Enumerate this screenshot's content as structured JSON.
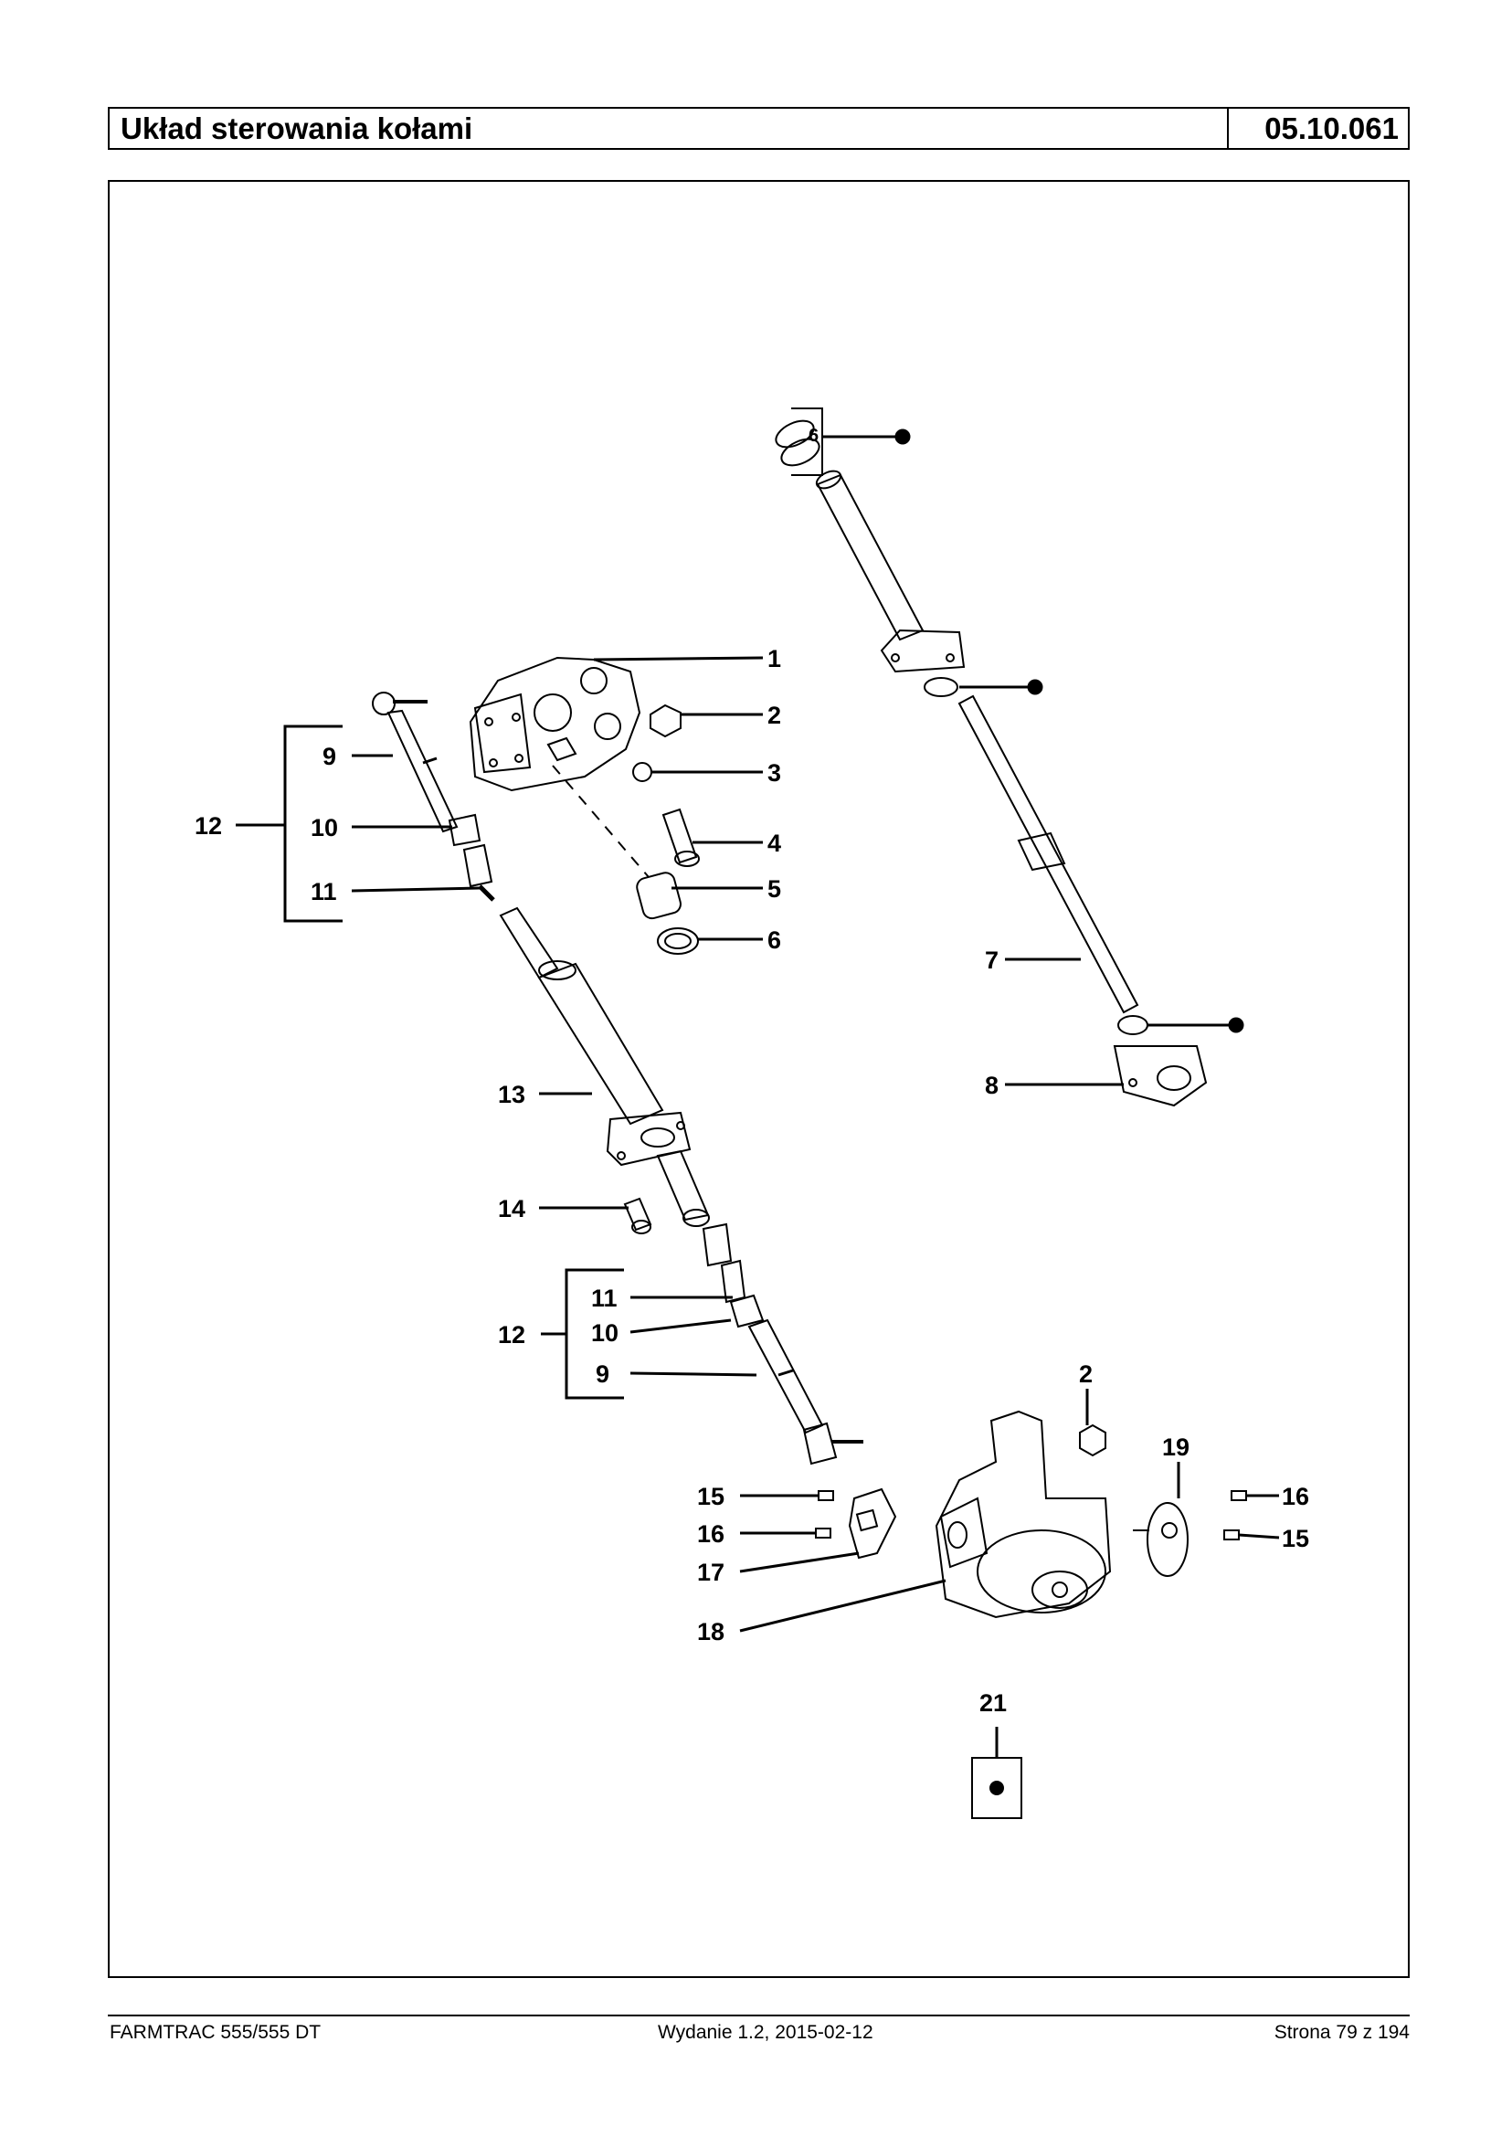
{
  "header": {
    "title": "Układ sterowania kołami",
    "code": "05.10.061"
  },
  "diagram": {
    "callouts": [
      {
        "label": "1"
      },
      {
        "label": "2"
      },
      {
        "label": "3"
      },
      {
        "label": "4"
      },
      {
        "label": "5"
      },
      {
        "label": "6"
      },
      {
        "label": "7"
      },
      {
        "label": "8"
      },
      {
        "label": "9"
      },
      {
        "label": "10"
      },
      {
        "label": "11"
      },
      {
        "label": "12"
      },
      {
        "label": "13"
      },
      {
        "label": "14"
      },
      {
        "label": "11"
      },
      {
        "label": "12"
      },
      {
        "label": "10"
      },
      {
        "label": "9"
      },
      {
        "label": "2"
      },
      {
        "label": "19"
      },
      {
        "label": "15"
      },
      {
        "label": "16"
      },
      {
        "label": "17"
      },
      {
        "label": "18"
      },
      {
        "label": "16"
      },
      {
        "label": "15"
      },
      {
        "label": "21"
      },
      {
        "label": "6"
      }
    ]
  },
  "footer": {
    "model": "FARMTRAC 555/555 DT",
    "edition": "Wydanie 1.2,  2015-02-12",
    "page": "Strona 79 z 194"
  }
}
